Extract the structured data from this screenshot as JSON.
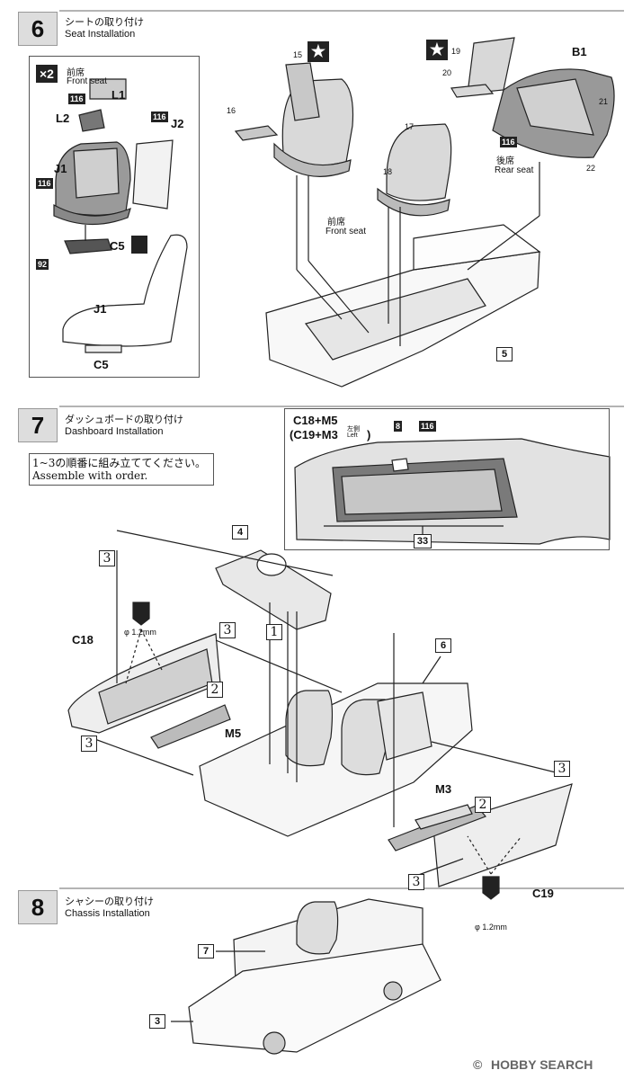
{
  "step6": {
    "number": "6",
    "title_jp": "シートの取り付け",
    "title_en": "Seat Installation"
  },
  "step7": {
    "number": "7",
    "title_jp": "ダッシュボードの取り付け",
    "title_en": "Dashboard Installation",
    "note_jp": "1~3の順番に組み立ててください。",
    "note_en": "Assemble with order."
  },
  "step8": {
    "number": "8",
    "title_jp": "シャシーの取り付け",
    "title_en": "Chassis Installation"
  },
  "detail": {
    "multiplier": "×2",
    "front_seat_jp": "前席",
    "front_seat_en": "Front seat",
    "rear_seat_jp": "後席",
    "rear_seat_en": "Rear seat",
    "color_116": "116",
    "color_92": "92",
    "color_8": "8",
    "color_33": "33",
    "parts": {
      "L1": "L1",
      "L2": "L2",
      "J1": "J1",
      "J2": "J2",
      "C5": "C5",
      "B1": "B1",
      "C18": "C18",
      "C19": "C19",
      "M3": "M3",
      "M5": "M5"
    },
    "callouts": {
      "n15": "15",
      "n16": "16",
      "n17": "17",
      "n18": "18",
      "n19": "19",
      "n20": "20",
      "n21": "21",
      "n22": "22"
    },
    "inset_title1": "C18+M5",
    "inset_title2": "(C19+M3",
    "inset_left_jp": "左側",
    "inset_left_en": "Left",
    "inset_close": ")",
    "drill": "φ 1.2mm",
    "star": "★",
    "ref_step5": "5",
    "ref_step4": "4",
    "ref_step6": "6",
    "ref_step7": "7",
    "ref_step3": "3",
    "order1": "1",
    "order2": "2",
    "order3": "3"
  },
  "watermark": "HOBBY SEARCH",
  "watermark_mark": "©"
}
